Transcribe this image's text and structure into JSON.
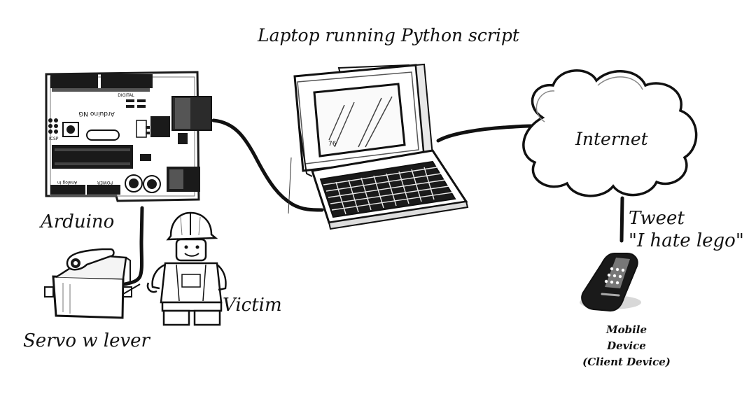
{
  "labels": {
    "laptop": "Laptop running Python script",
    "internet": "Internet",
    "arduino": "Arduino",
    "tweet_line1": "Tweet",
    "tweet_line2": "\"I hate lego\"",
    "victim": "Victim",
    "servo": "Servo w lever",
    "mobile_line1": "Mobile",
    "mobile_line2": "Device",
    "mobile_line3": "(Client Device)"
  },
  "board_text": {
    "model": "Arduino NG",
    "digital": "DIGITAL",
    "analog": "Analog In",
    "power": "POWER",
    "icsp": "ICSP"
  },
  "laptop_screen_number": "76",
  "colors": {
    "line": "#111111",
    "board": "#ffffff",
    "ink": "#1a1a1a"
  }
}
